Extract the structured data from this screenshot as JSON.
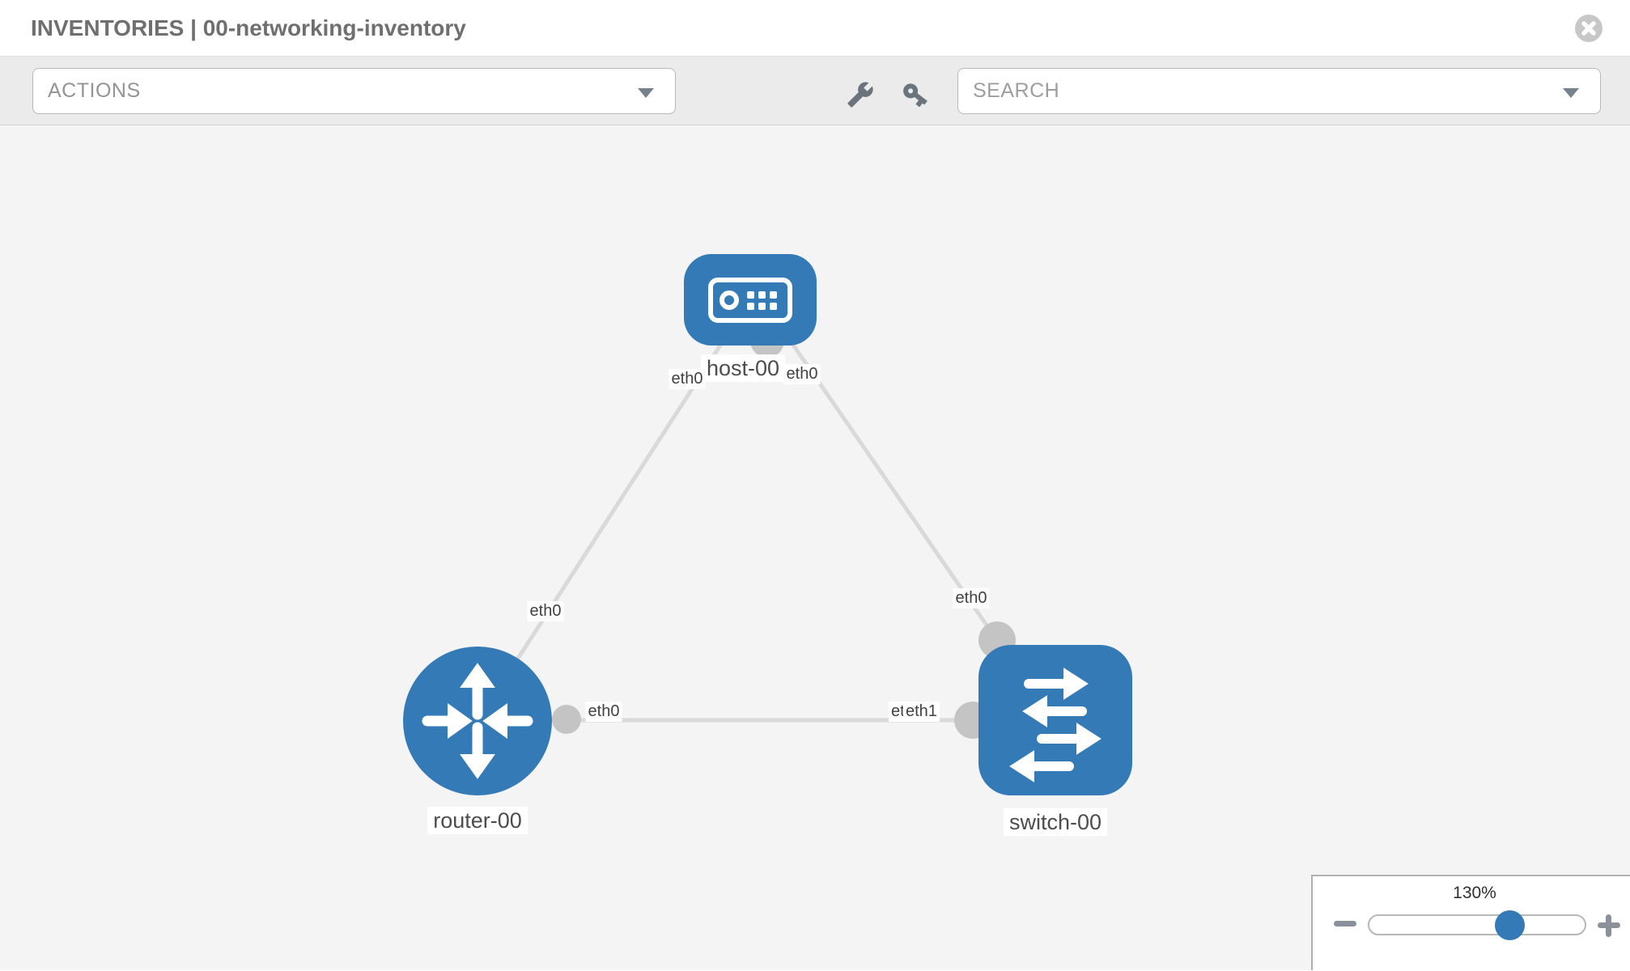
{
  "header": {
    "title": "INVENTORIES | 00-networking-inventory"
  },
  "toolbar": {
    "actions_label": "ACTIONS",
    "search_placeholder": "SEARCH"
  },
  "topology": {
    "nodes": [
      {
        "label": "host-00",
        "type": "host"
      },
      {
        "label": "router-00",
        "type": "router"
      },
      {
        "label": "switch-00",
        "type": "switch"
      }
    ],
    "links": [
      {
        "source": "host-00",
        "target": "router-00",
        "source_label": "eth0",
        "target_label": "eth0"
      },
      {
        "source": "host-00",
        "target": "switch-00",
        "source_label": "eth0",
        "target_label": "eth0"
      },
      {
        "source": "router-00",
        "target": "switch-00",
        "source_label": "eth0",
        "target_label_back": "eth0",
        "target_label_front": "eth1"
      }
    ]
  },
  "zoom_control": {
    "level": "130%",
    "slider_percent": 65
  },
  "icons": {
    "close": "x-circle-icon",
    "tool_1": "wrench-icon",
    "tool_2": "key-icon",
    "actions_caret": "chevron-down-icon",
    "search_caret": "chevron-down-icon",
    "zoom_out": "minus-icon",
    "zoom_in": "plus-icon"
  },
  "colors": {
    "node_blue": "#337ab7",
    "link_gray": "#d9d9d9",
    "dot_gray": "#c4c4c4"
  }
}
